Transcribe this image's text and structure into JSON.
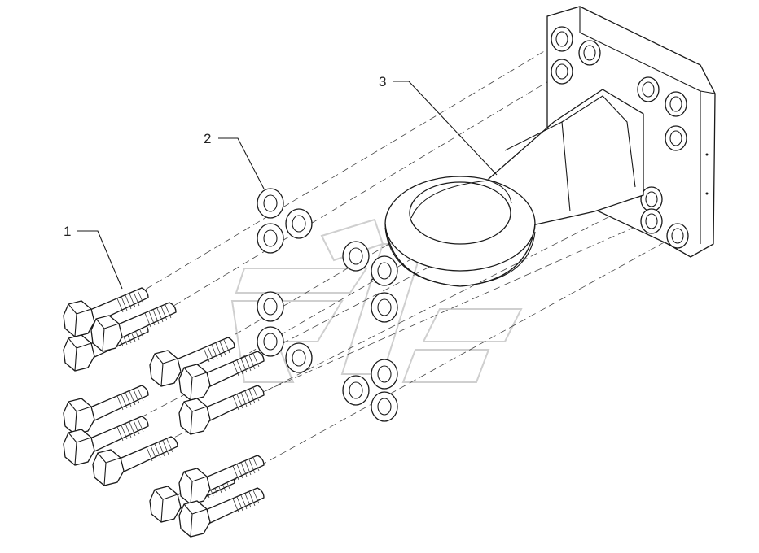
{
  "diagram": {
    "callouts": [
      {
        "id": "bolts",
        "label": "1"
      },
      {
        "id": "washers",
        "label": "2"
      },
      {
        "id": "towing-eye",
        "label": "3"
      }
    ]
  },
  "colors": {
    "line": "#1a1a1a",
    "watermark": "#cfcfcf",
    "background": "#ffffff"
  }
}
